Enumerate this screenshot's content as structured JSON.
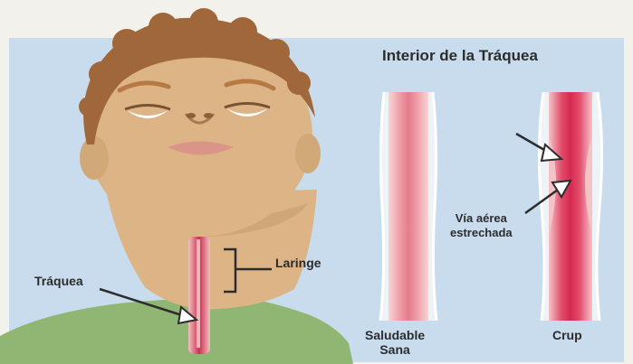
{
  "title": "Interior de la Tráquea",
  "labels": {
    "laringe": "Laringe",
    "traquea": "Tráquea",
    "narrowed_airway": [
      "Vía aérea",
      "estrechada"
    ],
    "healthy": [
      "Saludable",
      "Sana"
    ],
    "croup": "Crup"
  },
  "colors": {
    "background_panel": "#c8dced",
    "skin": "#dcb486",
    "skin_shadow": "#c49a6c",
    "hair": "#a0673a",
    "shirt": "#8fb673",
    "airway_red": "#d9435e",
    "airway_pink": "#f0a9b3",
    "text": "#2c2c2c"
  }
}
